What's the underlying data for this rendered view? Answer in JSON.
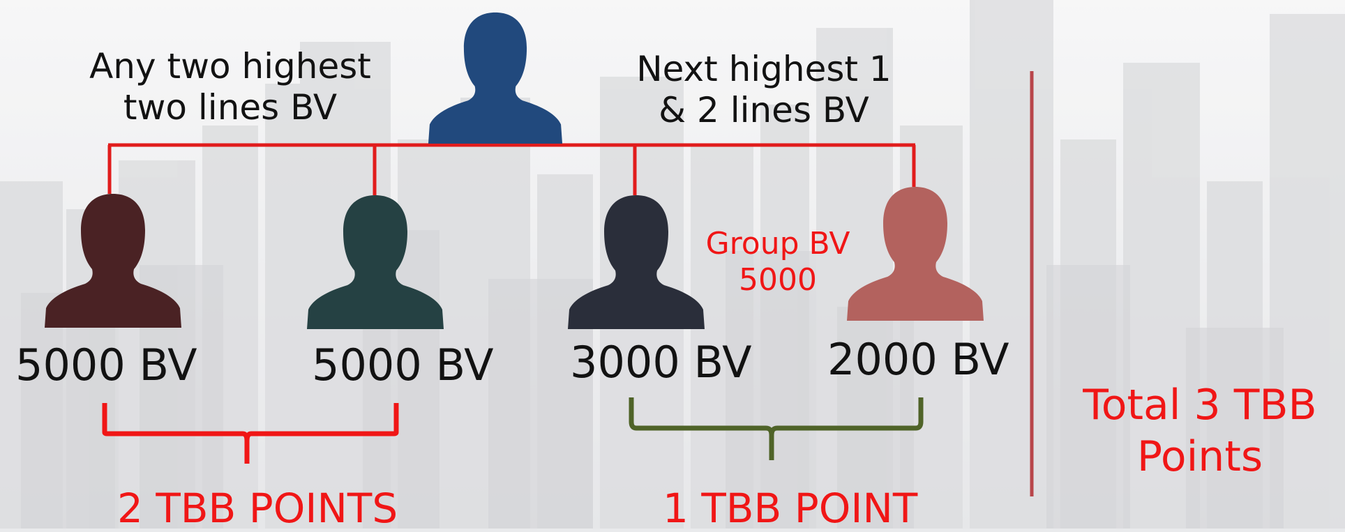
{
  "diagram": {
    "left_caption": {
      "line1": "Any two highest",
      "line2": "two lines BV"
    },
    "right_caption": {
      "line1": "Next highest 1",
      "line2": "& 2 lines BV"
    },
    "group_note": {
      "line1": "Group BV",
      "line2": "5000"
    },
    "legs": [
      {
        "bv": "5000 BV",
        "icon": "person-icon",
        "color": "#4a2224"
      },
      {
        "bv": "5000 BV",
        "icon": "person-icon",
        "color": "#254143"
      },
      {
        "bv": "3000 BV",
        "icon": "person-icon",
        "color": "#2a2e3a"
      },
      {
        "bv": "2000 BV",
        "icon": "person-icon",
        "color": "#b3625e"
      }
    ],
    "top_person": {
      "icon": "person-icon",
      "color": "#21497d"
    },
    "left_points": "2 TBB POINTS",
    "right_points": "1 TBB POINT",
    "total": {
      "line1": "Total 3 TBB",
      "line2": "Points"
    },
    "colors": {
      "connector_red": "#e11c1c",
      "bracket_red": "#f01616",
      "bracket_green": "#4f6328",
      "divider": "#b8454a",
      "text_red": "#f01616",
      "background": "#e9eaec"
    }
  }
}
